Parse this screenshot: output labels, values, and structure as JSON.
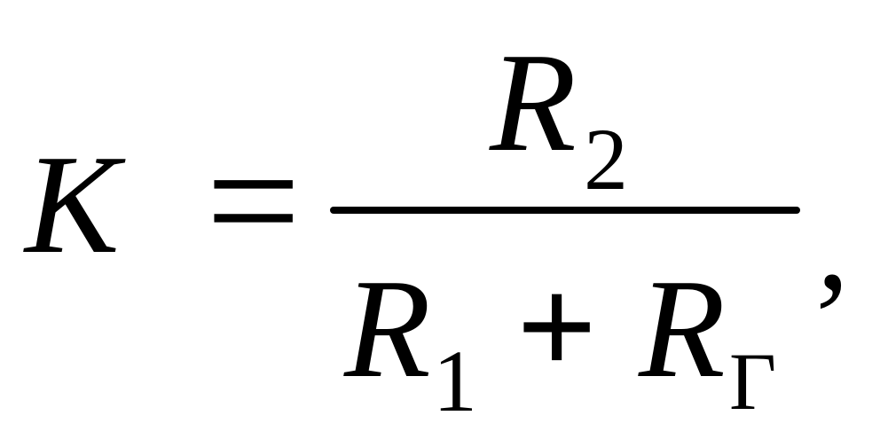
{
  "formula": {
    "lhs": {
      "var": "K"
    },
    "equals": "=",
    "numerator": {
      "var": "R",
      "sub": "2"
    },
    "denominator": {
      "term1": {
        "var": "R",
        "sub": "1"
      },
      "plus": "+",
      "term2": {
        "var": "R",
        "sub": "Г"
      }
    },
    "trailing": ","
  }
}
